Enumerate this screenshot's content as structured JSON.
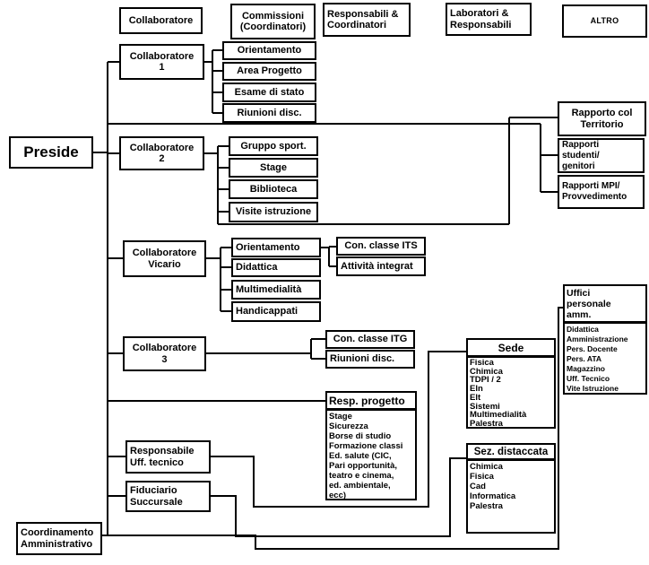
{
  "colors": {
    "line": "#000000",
    "background": "#ffffff",
    "text": "#000000"
  },
  "headers": {
    "collaboratore": "Collaboratore",
    "commissioni": "Commissioni\n(Coordinatori)",
    "responsabili": "Responsabili &\nCoordinatori",
    "laboratori": "Laboratori &\nResponsabili",
    "altro": "ALTRO"
  },
  "nodes": {
    "preside": "Preside",
    "collab1": "Collaboratore\n1",
    "collab2": "Collaboratore\n2",
    "vicario": "Collaboratore\nVicario",
    "collab3": "Collaboratore\n3",
    "resp_uff_tecnico": "Responsabile\nUff. tecnico",
    "fiduciario": "Fiduciario\nSuccursale",
    "coordinamento": "Coordinamento\nAmministrativo"
  },
  "commissioni_collab1": [
    "Orientamento",
    "Area Progetto",
    "Esame di stato",
    "Riunioni disc."
  ],
  "commissioni_collab2": [
    "Gruppo sport.",
    "Stage",
    "Biblioteca",
    "Visite istruzione"
  ],
  "commissioni_vicario": [
    "Orientamento",
    "Didattica",
    "Multimedialità",
    "Handicappati"
  ],
  "responsabili_vicario": [
    "Con. classe ITS",
    "Attività integrat"
  ],
  "responsabili_collab3": [
    "Con. classe ITG",
    "Riunioni disc."
  ],
  "resp_progetto": {
    "title": "Resp. progetto",
    "items": [
      "Stage",
      "Sicurezza",
      "Borse di studio",
      "Formazione classi",
      "Ed. salute (CIC,",
      "Pari opportunità,",
      "teatro e cinema,",
      "ed. ambientale,",
      "ecc)"
    ]
  },
  "sede": {
    "title": "Sede",
    "items": [
      "Fisica",
      "Chimica",
      "TDPI / 2",
      "Eln",
      "Elt",
      "Sistemi",
      "Multimedialità",
      "Palestra"
    ]
  },
  "sez_distaccata": {
    "title": "Sez. distaccata",
    "items": [
      "Chimica",
      "Fisica",
      "Cad",
      "Informatica",
      "Palestra"
    ]
  },
  "uffici": {
    "title": "Uffici\npersonale\namm.",
    "items": [
      "Didattica",
      "Amministrazione",
      "Pers. Docente",
      "Pers. ATA",
      "Magazzino",
      "Uff. Tecnico",
      "Vite Istruzione"
    ]
  },
  "altro_boxes": {
    "territorio": "Rapporto col\nTerritorio",
    "studenti": "Rapporti\nstudenti/\ngenitori",
    "mpi": "Rapporti MPI/\nProvvedimento"
  }
}
